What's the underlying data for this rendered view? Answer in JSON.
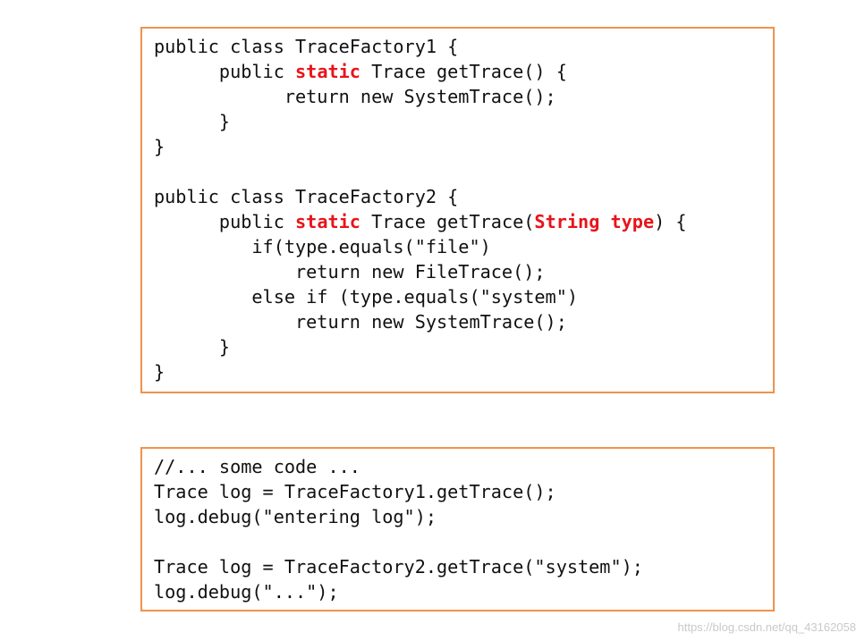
{
  "box1": {
    "lines": [
      [
        {
          "t": "public class TraceFactory1 {",
          "k": false
        }
      ],
      [
        {
          "t": "      public ",
          "k": false
        },
        {
          "t": "static",
          "k": true
        },
        {
          "t": " Trace getTrace() {",
          "k": false
        }
      ],
      [
        {
          "t": "            return new SystemTrace();",
          "k": false
        }
      ],
      [
        {
          "t": "      }",
          "k": false
        }
      ],
      [
        {
          "t": "}",
          "k": false
        }
      ],
      [
        {
          "t": "",
          "k": false
        }
      ],
      [
        {
          "t": "public class TraceFactory2 {",
          "k": false
        }
      ],
      [
        {
          "t": "      public ",
          "k": false
        },
        {
          "t": "static",
          "k": true
        },
        {
          "t": " Trace getTrace(",
          "k": false
        },
        {
          "t": "String type",
          "k": true
        },
        {
          "t": ") {",
          "k": false
        }
      ],
      [
        {
          "t": "         if(type.equals(\"file\")",
          "k": false
        }
      ],
      [
        {
          "t": "             return new FileTrace();",
          "k": false
        }
      ],
      [
        {
          "t": "         else if (type.equals(\"system\")",
          "k": false
        }
      ],
      [
        {
          "t": "             return new SystemTrace();",
          "k": false
        }
      ],
      [
        {
          "t": "      }",
          "k": false
        }
      ],
      [
        {
          "t": "}",
          "k": false
        }
      ]
    ]
  },
  "box2": {
    "lines": [
      [
        {
          "t": "//... some code ...",
          "k": false
        }
      ],
      [
        {
          "t": "Trace log = TraceFactory1.getTrace();",
          "k": false
        }
      ],
      [
        {
          "t": "log.debug(\"entering log\");",
          "k": false
        }
      ],
      [
        {
          "t": "",
          "k": false
        }
      ],
      [
        {
          "t": "Trace log = TraceFactory2.getTrace(\"system\");",
          "k": false
        }
      ],
      [
        {
          "t": "log.debug(\"...\");",
          "k": false
        }
      ]
    ]
  },
  "watermark": "https://blog.csdn.net/qq_43162058",
  "colors": {
    "border": "#f0924b",
    "keyword": "#e8141a",
    "text": "#111111",
    "watermark": "#c9c9c9"
  }
}
